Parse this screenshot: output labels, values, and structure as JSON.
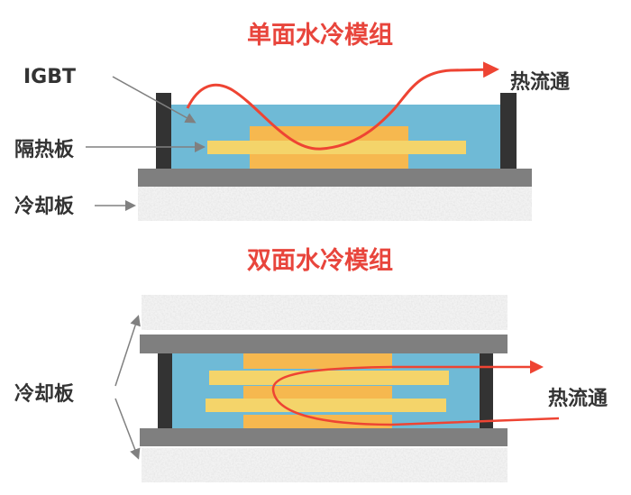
{
  "single": {
    "title": "单面水冷模组",
    "labels": {
      "igbt": "IGBT",
      "insulation": "隔热板",
      "cooling_plate": "冷却板",
      "heat_flow": "热流通"
    }
  },
  "double": {
    "title": "双面水冷模组",
    "labels": {
      "cooling_plate": "冷却板",
      "heat_flow": "热流通"
    }
  },
  "colors": {
    "title": "#e8453c",
    "coolant": "#6fbad6",
    "chip": "#f6b84f",
    "insulation": "#f4d46a",
    "wall": "#333333",
    "plate": "#7f7f7f",
    "arrow": "#808080",
    "heat": "#ee4433"
  }
}
